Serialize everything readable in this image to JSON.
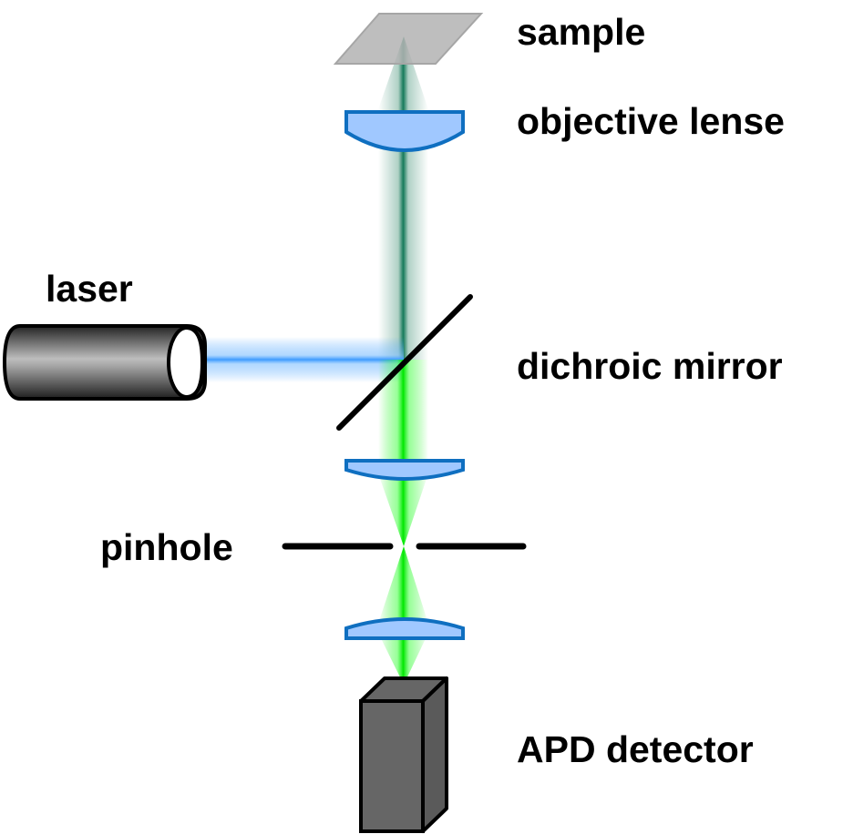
{
  "title": "Confocal microscope setup",
  "labels": {
    "sample": "sample",
    "objective": "objective lense",
    "laser": "laser",
    "dichroic": "dichroic mirror",
    "pinhole": "pinhole",
    "detector": "APD detector"
  },
  "colors": {
    "excitation_beam": "#3d9bff",
    "emission_beam": "#00ee00",
    "combined_beam": "#1a7a5a",
    "lens_fill": "#a0c8ff",
    "lens_stroke": "#0f6fc0",
    "sample_fill": "#b3b3b3",
    "detector_fill": "#666666"
  }
}
